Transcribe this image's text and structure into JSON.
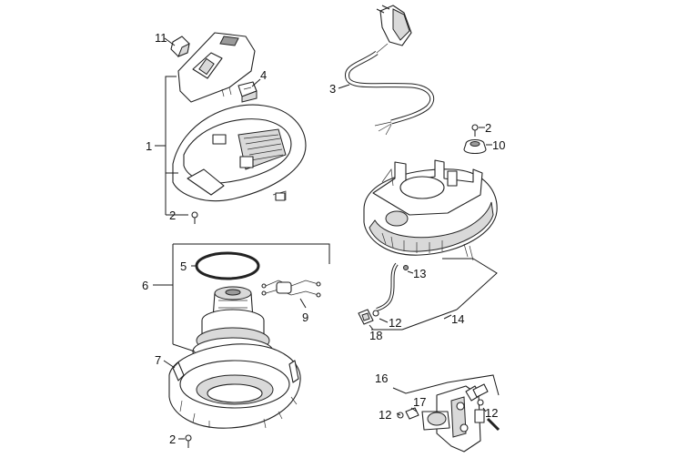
{
  "callouts": {
    "c1": "1",
    "c2_top_left": "2",
    "c2_bottom": "2",
    "c2_right": "2",
    "c3": "3",
    "c4": "4",
    "c5": "5",
    "c6": "6",
    "c7": "7",
    "c9": "9",
    "c10": "10",
    "c11": "11",
    "c12_right": "12",
    "c12_bottom": "12",
    "c12_mid": "12",
    "c13": "13",
    "c14": "14",
    "c16": "16",
    "c17": "17",
    "c18": "18"
  }
}
